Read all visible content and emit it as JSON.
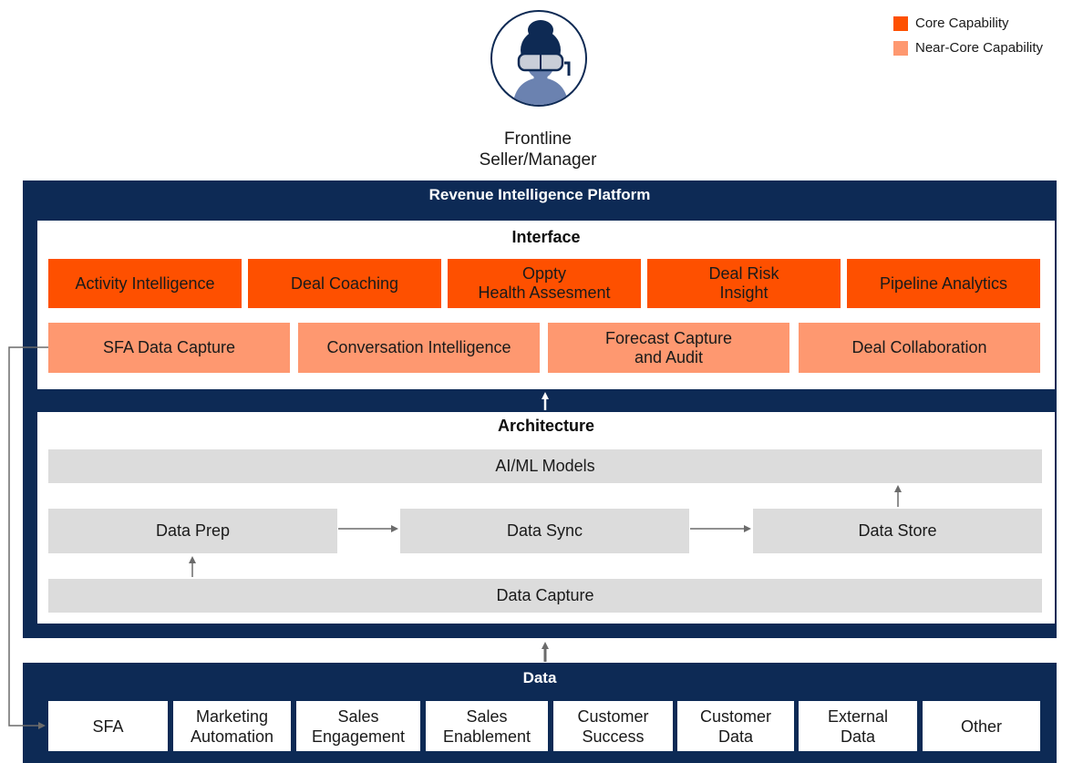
{
  "legend": {
    "items": [
      {
        "label": "Core Capability",
        "color": "#fe5000"
      },
      {
        "label": "Near-Core Capability",
        "color": "#fe9870"
      }
    ]
  },
  "persona": {
    "icon": "frontline-seller-avatar-icon",
    "caption_line1": "Frontline",
    "caption_line2": "Seller/Manager"
  },
  "platform": {
    "title": "Revenue Intelligence Platform",
    "interface": {
      "title": "Interface",
      "core": [
        "Activity Intelligence",
        "Deal Coaching",
        "Oppty\nHealth Assesment",
        "Deal Risk\nInsight",
        "Pipeline Analytics"
      ],
      "near_core": [
        "SFA Data Capture",
        "Conversation Intelligence",
        "Forecast Capture\nand Audit",
        "Deal Collaboration"
      ]
    },
    "architecture": {
      "title": "Architecture",
      "ai_ml": "AI/ML Models",
      "data_prep": "Data Prep",
      "data_sync": "Data Sync",
      "data_store": "Data Store",
      "data_capture": "Data Capture"
    }
  },
  "data_layer": {
    "title": "Data",
    "sources": [
      "SFA",
      "Marketing\nAutomation",
      "Sales\nEngagement",
      "Sales\nEnablement",
      "Customer\nSuccess",
      "Customer\nData",
      "External\nData",
      "Other"
    ]
  },
  "colors": {
    "navy": "#0d2a55",
    "core": "#fe5000",
    "near_core": "#fe9870",
    "architecture_grey": "#dcdcdc",
    "arrow": "#6b6b6b"
  }
}
